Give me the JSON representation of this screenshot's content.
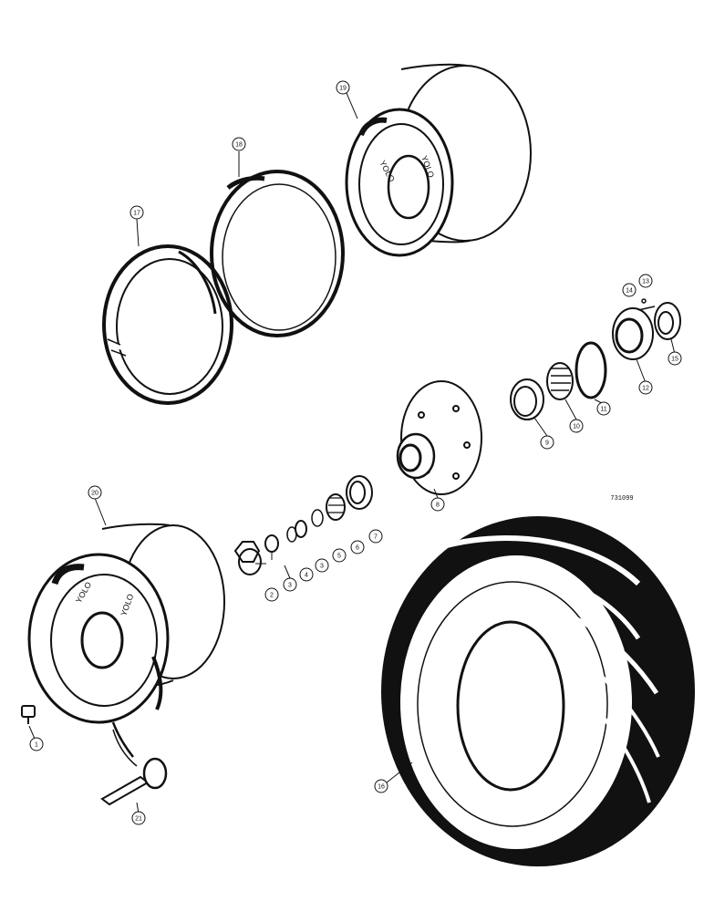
{
  "drawing_id": "731099",
  "rim_stamping": "YOLO",
  "callouts": [
    "1",
    "2",
    "3",
    "4",
    "3",
    "5",
    "6",
    "8",
    "7",
    "9",
    "10",
    "11",
    "12",
    "13",
    "14",
    "15",
    "16",
    "17",
    "18",
    "19",
    "20",
    "21"
  ],
  "colors": {
    "ink": "#111111",
    "paper": "#ffffff"
  }
}
